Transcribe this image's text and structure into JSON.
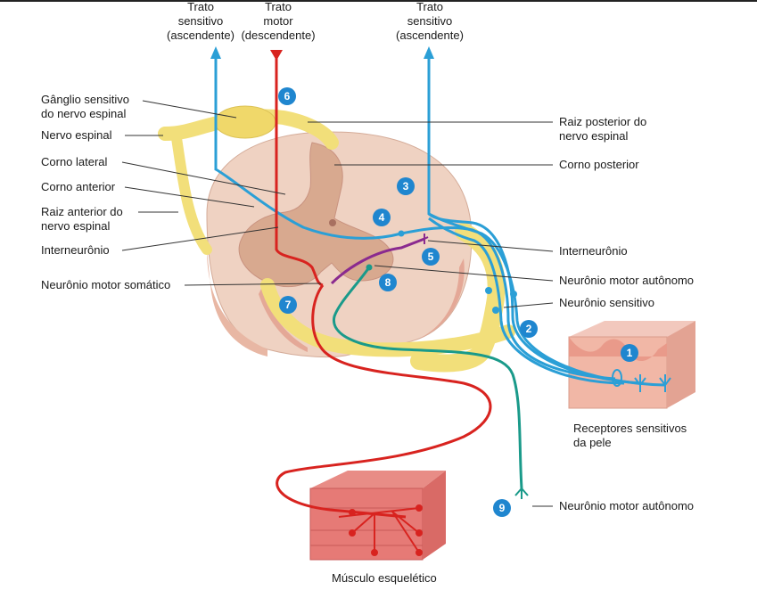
{
  "top_labels": {
    "left_sensory": "Trato\nsensitivo\n(ascendente)",
    "motor": "Trato\nmotor\n(descendente)",
    "right_sensory": "Trato\nsensitivo\n(ascendente)"
  },
  "left_labels": {
    "ganglion": "Gânglio sensitivo\ndo nervo espinal",
    "spinal_nerve": "Nervo espinal",
    "lateral_horn": "Corno lateral",
    "anterior_horn": "Corno anterior",
    "anterior_root": "Raiz anterior do\nnervo espinal",
    "interneuron": "Interneurônio",
    "somatic_motor": "Neurônio motor somático"
  },
  "right_labels": {
    "posterior_root": "Raiz posterior do\nnervo espinal",
    "posterior_horn": "Corno posterior",
    "interneuron": "Interneurônio",
    "autonomic_motor": "Neurônio motor autônomo",
    "sensory_neuron": "Neurônio sensitivo",
    "skin_receptors": "Receptores sensitivos\nda pele",
    "autonomic_motor_bottom": "Neurônio motor autônomo"
  },
  "bottom_labels": {
    "muscle": "Músculo esquelético"
  },
  "step_numbers": [
    "1",
    "2",
    "3",
    "4",
    "5",
    "6",
    "7",
    "8",
    "9"
  ],
  "colors": {
    "sensory": "#2b9fd6",
    "motor": "#d8231f",
    "interneuron": "#8a2a8f",
    "autonomic": "#1a9a8a",
    "nerve": "#f2df7a",
    "gray_matter": "#e6c7b8",
    "white_matter": "#f0d6c8",
    "badge": "#1f86cf"
  }
}
